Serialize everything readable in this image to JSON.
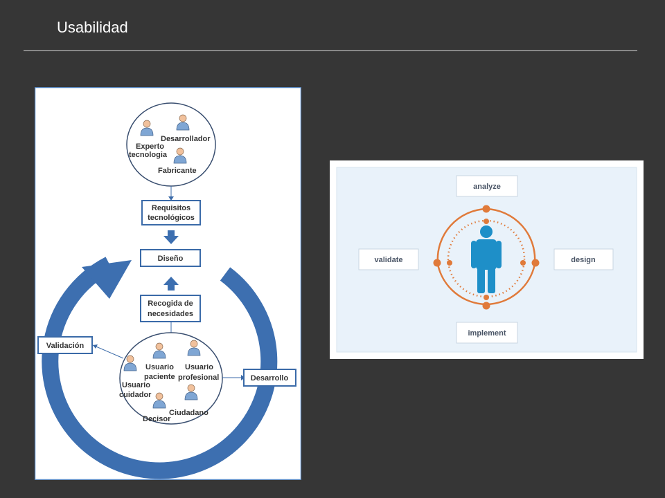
{
  "slide": {
    "title": "Usabilidad"
  },
  "left_diagram": {
    "team_circle": {
      "members": [
        "Experto tecnologia",
        "Desarrollador",
        "Fabricante"
      ],
      "lines": {
        "experto_1": "Experto",
        "experto_2": "tecnologia",
        "desarrollador": "Desarrollador",
        "fabricante": "Fabricante"
      }
    },
    "requisitos": {
      "line1": "Requisitos",
      "line2": "tecnológicos"
    },
    "diseno": "Diseño",
    "recogida": {
      "line1": "Recogida de",
      "line2": "necesidades"
    },
    "validacion": "Validación",
    "desarrollo": "Desarrollo",
    "users_circle": {
      "paciente_1": "Usuario",
      "paciente_2": "paciente",
      "profesional_1": "Usuario",
      "profesional_2": "profesional",
      "cuidador_1": "Usuario",
      "cuidador_2": "cuidador",
      "ciudadano": "Ciudadano",
      "decisor": "Decisor"
    },
    "colors": {
      "blue": "#3d6fb0",
      "box_border": "#3a6aa8"
    }
  },
  "right_diagram": {
    "phases": {
      "top": "analyze",
      "right": "design",
      "bottom": "implement",
      "left": "validate"
    },
    "colors": {
      "orange": "#e07a3a",
      "figure": "#1e8fc8",
      "panel": "#e9f2fa"
    }
  }
}
